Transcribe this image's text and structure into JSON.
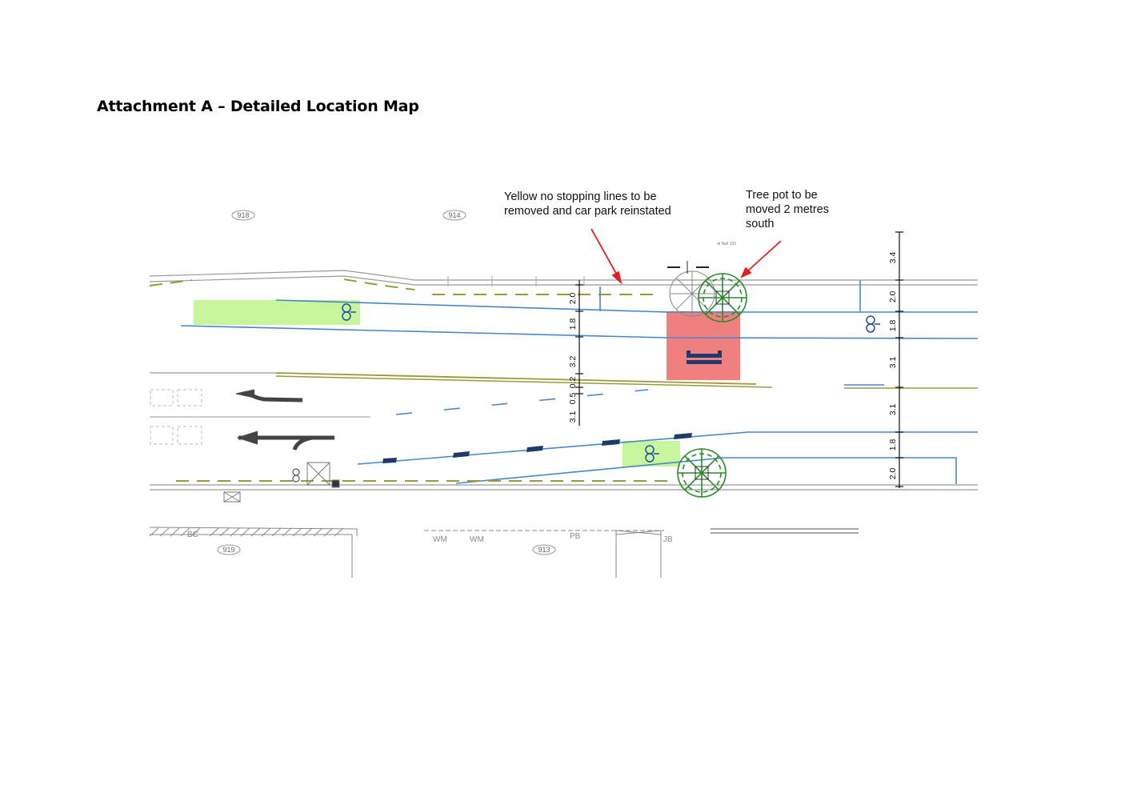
{
  "title": "Attachment A – Detailed Location Map",
  "annotations": {
    "yellow_lines": [
      "Yellow no stopping lines to be",
      "removed and car park reinstated"
    ],
    "tree_pot": [
      "Tree pot to be",
      "moved 2 metres",
      "south"
    ]
  },
  "lot_numbers": [
    "918",
    "914",
    "919",
    "913"
  ],
  "utility_labels": [
    "BC",
    "WM",
    "WM",
    "PB",
    "JB"
  ],
  "dimensions_centre": [
    "2.0",
    "1.8",
    "3.2",
    "0.2",
    "0.5",
    "3.1"
  ],
  "dimensions_right": [
    "3.4",
    "2.0",
    "1.8",
    "3.1",
    "3.1",
    "1.8",
    "2.0"
  ],
  "colors": {
    "bike_lane_fill": "#c6f59b",
    "car_park_fill": "#f08080",
    "kerb_blue": "#4a86c8",
    "arrow_red": "#e02020",
    "tree_green": "#2a8a2a",
    "yellow_line": "#9a9a3a"
  }
}
